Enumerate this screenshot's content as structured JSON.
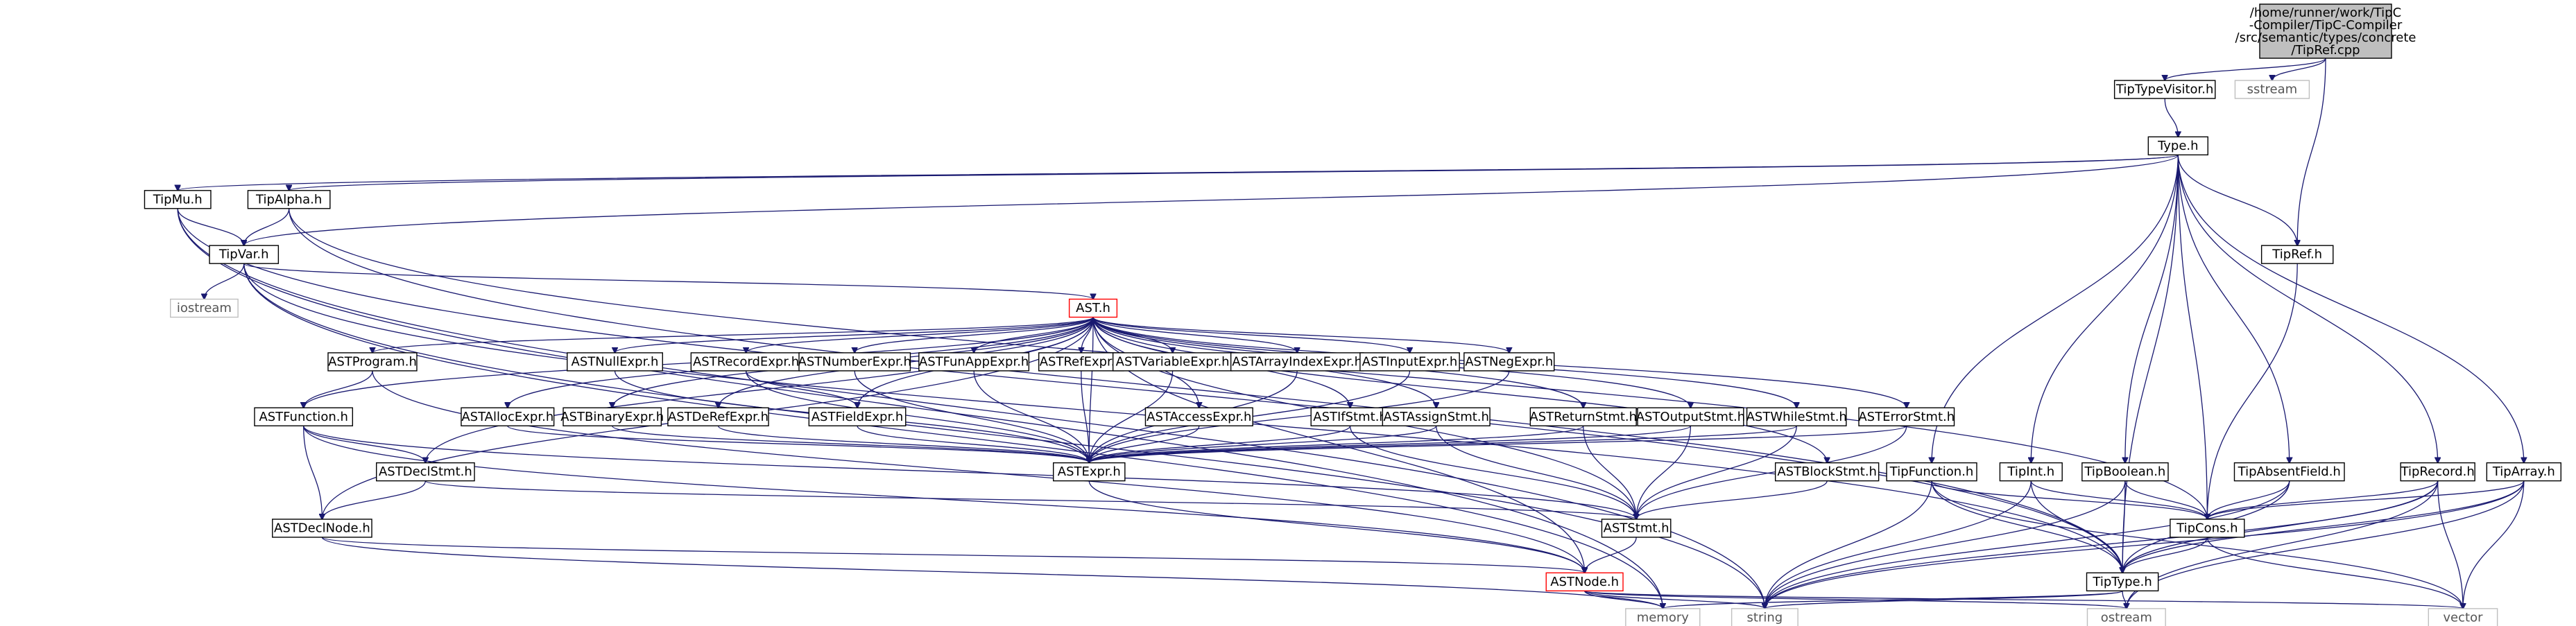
{
  "diagram": {
    "root": {
      "label_lines": [
        "/home/runner/work/TipC",
        "-Compiler/TipC-Compiler",
        "/src/semantic/types/concrete",
        "/TipRef.cpp"
      ]
    },
    "nodes": {
      "TipTypeVisitor_h": "TipTypeVisitor.h",
      "sstream": "sstream",
      "Type_h": "Type.h",
      "TipMu_h": "TipMu.h",
      "TipAlpha_h": "TipAlpha.h",
      "TipVar_h": "TipVar.h",
      "TipRef_h": "TipRef.h",
      "iostream": "iostream",
      "AST_h": "AST.h",
      "ASTProgram_h": "ASTProgram.h",
      "ASTNullExpr_h": "ASTNullExpr.h",
      "ASTRecordExpr_h": "ASTRecordExpr.h",
      "ASTNumberExpr_h": "ASTNumberExpr.h",
      "ASTFunAppExpr_h": "ASTFunAppExpr.h",
      "ASTRefExpr_h": "ASTRefExpr.h",
      "ASTVariableExpr_h": "ASTVariableExpr.h",
      "ASTArrayIndexExpr_h": "ASTArrayIndexExpr.h",
      "ASTInputExpr_h": "ASTInputExpr.h",
      "ASTNegExpr_h": "ASTNegExpr.h",
      "ASTFunction_h": "ASTFunction.h",
      "ASTAllocExpr_h": "ASTAllocExpr.h",
      "ASTBinaryExpr_h": "ASTBinaryExpr.h",
      "ASTDeRefExpr_h": "ASTDeRefExpr.h",
      "ASTFieldExpr_h": "ASTFieldExpr.h",
      "ASTAccessExpr_h": "ASTAccessExpr.h",
      "ASTIfStmt_h": "ASTIfStmt.h",
      "ASTAssignStmt_h": "ASTAssignStmt.h",
      "ASTReturnStmt_h": "ASTReturnStmt.h",
      "ASTOutputStmt_h": "ASTOutputStmt.h",
      "ASTWhileStmt_h": "ASTWhileStmt.h",
      "ASTErrorStmt_h": "ASTErrorStmt.h",
      "ASTDeclStmt_h": "ASTDeclStmt.h",
      "ASTExpr_h": "ASTExpr.h",
      "ASTBlockStmt_h": "ASTBlockStmt.h",
      "TipFunction_h": "TipFunction.h",
      "TipInt_h": "TipInt.h",
      "TipBoolean_h": "TipBoolean.h",
      "TipAbsentField_h": "TipAbsentField.h",
      "TipRecord_h": "TipRecord.h",
      "TipArray_h": "TipArray.h",
      "ASTDeclNode_h": "ASTDeclNode.h",
      "ASTStmt_h": "ASTStmt.h",
      "TipCons_h": "TipCons.h",
      "ASTNode_h": "ASTNode.h",
      "TipType_h": "TipType.h",
      "memory": "memory",
      "string": "string",
      "ostream": "ostream",
      "vector": "vector"
    },
    "styles": {
      "root_fill": "#bfbfbf",
      "node_border": "#000000",
      "external_border": "#bfbfbf",
      "highlight_border": "#ff0000",
      "edge_color": "#191970"
    }
  }
}
